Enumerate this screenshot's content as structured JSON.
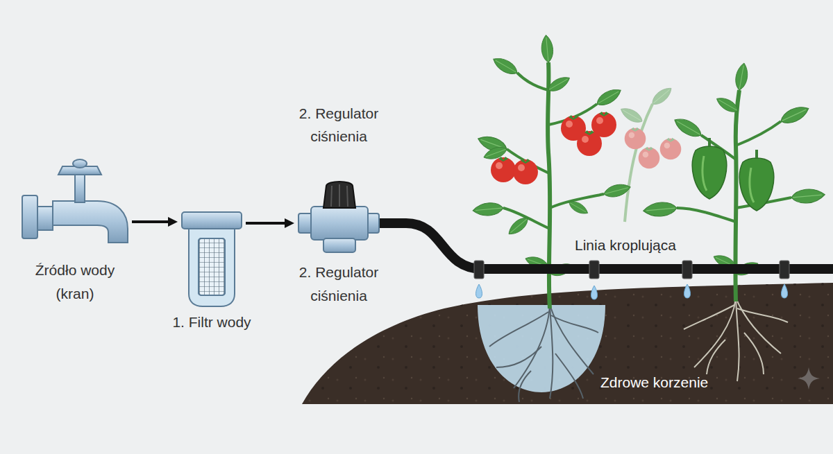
{
  "diagram": {
    "nodes": [
      {
        "text": [
          "Źródło wody (kran)"
        ]
      },
      {
        "text": [
          "1. Filtr wody"
        ]
      },
      {
        "text": [
          "2. Regulator ciśnienia",
          "2. Regulator ciśnienia"
        ]
      }
    ],
    "edges": [
      {
        "from": 0,
        "to": 1,
        "arrow": "to"
      },
      {
        "from": 1,
        "to": 2,
        "arrow": "to"
      }
    ],
    "labels": [
      "Linia kroplująca",
      "Zdrowe korzenie"
    ]
  }
}
